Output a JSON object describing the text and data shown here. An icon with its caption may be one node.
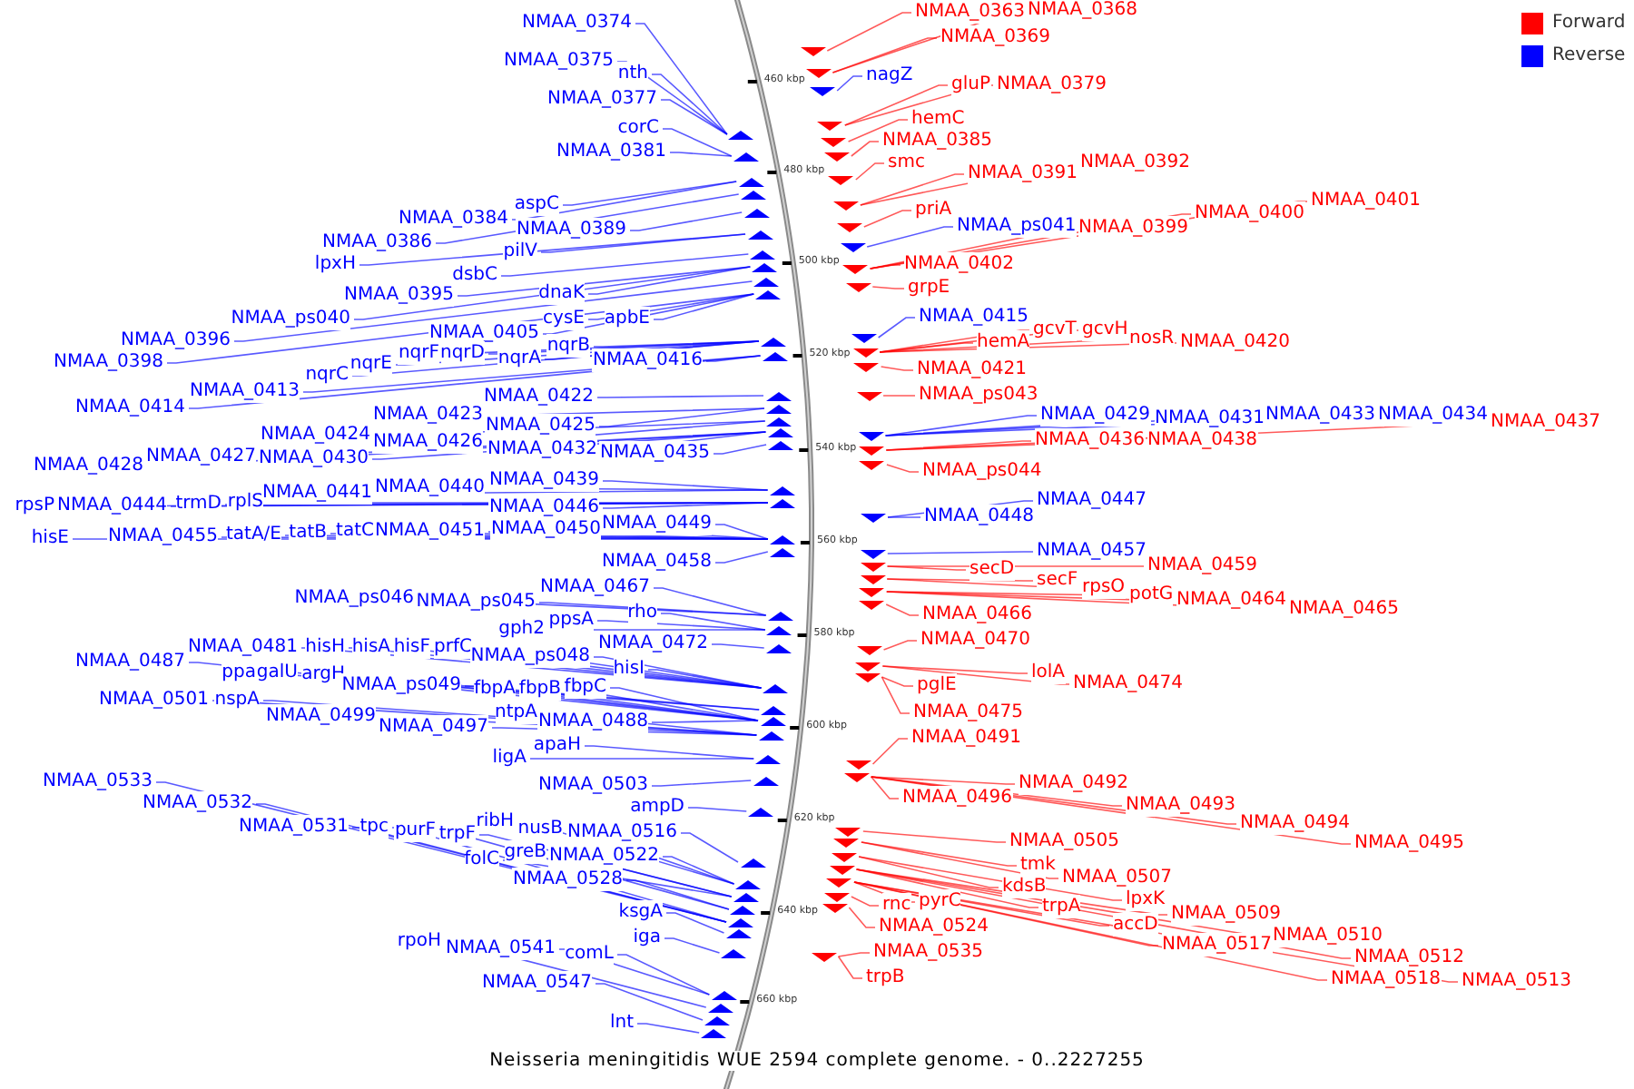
{
  "diagram": {
    "caption": "Neisseria meningitidis WUE 2594 complete genome. - 0..2227255",
    "nodes": [
      {
        "text": [
          "NMAA_0374"
        ]
      },
      {
        "text": [
          "NMAA_0375"
        ]
      },
      {
        "text": [
          "nth"
        ]
      },
      {
        "text": [
          "NMAA_0377"
        ]
      },
      {
        "text": [
          "corC"
        ]
      },
      {
        "text": [
          "NMAA_0381"
        ]
      },
      {
        "text": [
          "aspC"
        ]
      },
      {
        "text": [
          "NMAA_0384"
        ]
      },
      {
        "text": [
          "NMAA_0389"
        ]
      },
      {
        "text": [
          "NMAA_0386"
        ]
      },
      {
        "text": [
          "lpxH"
        ]
      },
      {
        "text": [
          "pilV"
        ]
      },
      {
        "text": [
          "dsbC"
        ]
      },
      {
        "text": [
          "dnaK"
        ]
      },
      {
        "text": [
          "NMAA_0395"
        ]
      },
      {
        "text": [
          "NMAA_ps040"
        ]
      },
      {
        "text": [
          "cysE"
        ]
      },
      {
        "text": [
          "apbE"
        ]
      },
      {
        "text": [
          "NMAA_0405"
        ]
      },
      {
        "text": [
          "NMAA_0396"
        ]
      },
      {
        "text": [
          "NMAA_0398"
        ]
      },
      {
        "text": [
          "nqrF"
        ]
      },
      {
        "text": [
          "nqrD"
        ]
      },
      {
        "text": [
          "nqrA"
        ]
      },
      {
        "text": [
          "nqrB"
        ]
      },
      {
        "text": [
          "NMAA_0416"
        ]
      },
      {
        "text": [
          "nqrE"
        ]
      },
      {
        "text": [
          "nqrC"
        ]
      },
      {
        "text": [
          "NMAA_0413"
        ]
      },
      {
        "text": [
          "NMAA_0414"
        ]
      },
      {
        "text": [
          "NMAA_0422"
        ]
      },
      {
        "text": [
          "NMAA_0423"
        ]
      },
      {
        "text": [
          "NMAA_0425"
        ]
      },
      {
        "text": [
          "NMAA_0424"
        ]
      },
      {
        "text": [
          "NMAA_0426"
        ]
      },
      {
        "text": [
          "NMAA_0432"
        ]
      },
      {
        "text": [
          "NMAA_0435"
        ]
      },
      {
        "text": [
          "NMAA_0428"
        ]
      },
      {
        "text": [
          "NMAA_0427"
        ]
      },
      {
        "text": [
          "NMAA_0430"
        ]
      },
      {
        "text": [
          "NMAA_0439"
        ]
      },
      {
        "text": [
          "NMAA_0440"
        ]
      },
      {
        "text": [
          "NMAA_0441"
        ]
      },
      {
        "text": [
          "NMAA_0446"
        ]
      },
      {
        "text": [
          "rpsP"
        ]
      },
      {
        "text": [
          "NMAA_0444"
        ]
      },
      {
        "text": [
          "trmD"
        ]
      },
      {
        "text": [
          "rplS"
        ]
      },
      {
        "text": [
          "hisE"
        ]
      },
      {
        "text": [
          "NMAA_0455"
        ]
      },
      {
        "text": [
          "tatA/E"
        ]
      },
      {
        "text": [
          "tatB"
        ]
      },
      {
        "text": [
          "tatC"
        ]
      },
      {
        "text": [
          "NMAA_0451"
        ]
      },
      {
        "text": [
          "NMAA_0450"
        ]
      },
      {
        "text": [
          "NMAA_0449"
        ]
      },
      {
        "text": [
          "NMAA_0458"
        ]
      },
      {
        "text": [
          "NMAA_ps046"
        ]
      },
      {
        "text": [
          "NMAA_ps045"
        ]
      },
      {
        "text": [
          "NMAA_0467"
        ]
      },
      {
        "text": [
          "rho"
        ]
      },
      {
        "text": [
          "gph2"
        ]
      },
      {
        "text": [
          "ppsA"
        ]
      },
      {
        "text": [
          "NMAA_0472"
        ]
      },
      {
        "text": [
          "NMAA_0481"
        ]
      },
      {
        "text": [
          "hisH"
        ]
      },
      {
        "text": [
          "hisA"
        ]
      },
      {
        "text": [
          "hisF"
        ]
      },
      {
        "text": [
          "prfC"
        ]
      },
      {
        "text": [
          "NMAA_ps048"
        ]
      },
      {
        "text": [
          "hisI"
        ]
      },
      {
        "text": [
          "NMAA_0487"
        ]
      },
      {
        "text": [
          "ppa"
        ]
      },
      {
        "text": [
          "galU"
        ]
      },
      {
        "text": [
          "argH"
        ]
      },
      {
        "text": [
          "NMAA_ps049"
        ]
      },
      {
        "text": [
          "fbpA"
        ]
      },
      {
        "text": [
          "fbpB"
        ]
      },
      {
        "text": [
          "fbpC"
        ]
      },
      {
        "text": [
          "NMAA_0501"
        ]
      },
      {
        "text": [
          "nspA"
        ]
      },
      {
        "text": [
          "NMAA_0499"
        ]
      },
      {
        "text": [
          "ntpA"
        ]
      },
      {
        "text": [
          "NMAA_0488"
        ]
      },
      {
        "text": [
          "NMAA_0497"
        ]
      },
      {
        "text": [
          "apaH"
        ]
      },
      {
        "text": [
          "ligA"
        ]
      },
      {
        "text": [
          "NMAA_0503"
        ]
      },
      {
        "text": [
          "ampD"
        ]
      },
      {
        "text": [
          "NMAA_0533"
        ]
      },
      {
        "text": [
          "NMAA_0532"
        ]
      },
      {
        "text": [
          "NMAA_0531"
        ]
      },
      {
        "text": [
          "tpc"
        ]
      },
      {
        "text": [
          "purF"
        ]
      },
      {
        "text": [
          "trpF"
        ]
      },
      {
        "text": [
          "ribH"
        ]
      },
      {
        "text": [
          "nusB"
        ]
      },
      {
        "text": [
          "NMAA_0516"
        ]
      },
      {
        "text": [
          "folC"
        ]
      },
      {
        "text": [
          "greB"
        ]
      },
      {
        "text": [
          "NMAA_0522"
        ]
      },
      {
        "text": [
          "NMAA_0528"
        ]
      },
      {
        "text": [
          "ksgA"
        ]
      },
      {
        "text": [
          "iga"
        ]
      },
      {
        "text": [
          "rpoH"
        ]
      },
      {
        "text": [
          "NMAA_0541"
        ]
      },
      {
        "text": [
          "comL"
        ]
      },
      {
        "text": [
          "NMAA_0547"
        ]
      },
      {
        "text": [
          "lnt"
        ]
      },
      {
        "text": [
          "NMAA_0363"
        ]
      },
      {
        "text": [
          "NMAA_0368"
        ]
      },
      {
        "text": [
          "NMAA_0369"
        ]
      },
      {
        "text": [
          "nagZ"
        ]
      },
      {
        "text": [
          "gluP"
        ]
      },
      {
        "text": [
          "NMAA_0379"
        ]
      },
      {
        "text": [
          "hemC"
        ]
      },
      {
        "text": [
          "NMAA_0385"
        ]
      },
      {
        "text": [
          "smc"
        ]
      },
      {
        "text": [
          "NMAA_0391"
        ]
      },
      {
        "text": [
          "NMAA_0392"
        ]
      },
      {
        "text": [
          "priA"
        ]
      },
      {
        "text": [
          "NMAA_ps041"
        ]
      },
      {
        "text": [
          "NMAA_0399"
        ]
      },
      {
        "text": [
          "NMAA_0400"
        ]
      },
      {
        "text": [
          "NMAA_0401"
        ]
      },
      {
        "text": [
          "NMAA_0402"
        ]
      },
      {
        "text": [
          "grpE"
        ]
      },
      {
        "text": [
          "NMAA_0415"
        ]
      },
      {
        "text": [
          "hemA"
        ]
      },
      {
        "text": [
          "gcvT"
        ]
      },
      {
        "text": [
          "gcvH"
        ]
      },
      {
        "text": [
          "nosR"
        ]
      },
      {
        "text": [
          "NMAA_0420"
        ]
      },
      {
        "text": [
          "NMAA_0421"
        ]
      },
      {
        "text": [
          "NMAA_ps043"
        ]
      },
      {
        "text": [
          "NMAA_0429"
        ]
      },
      {
        "text": [
          "NMAA_0431"
        ]
      },
      {
        "text": [
          "NMAA_0433"
        ]
      },
      {
        "text": [
          "NMAA_0434"
        ]
      },
      {
        "text": [
          "NMAA_0437"
        ]
      },
      {
        "text": [
          "NMAA_0436"
        ]
      },
      {
        "text": [
          "NMAA_0438"
        ]
      },
      {
        "text": [
          "NMAA_ps044"
        ]
      },
      {
        "text": [
          "NMAA_0447"
        ]
      },
      {
        "text": [
          "NMAA_0448"
        ]
      },
      {
        "text": [
          "NMAA_0457"
        ]
      },
      {
        "text": [
          "secD"
        ]
      },
      {
        "text": [
          "NMAA_0459"
        ]
      },
      {
        "text": [
          "secF"
        ]
      },
      {
        "text": [
          "rpsO"
        ]
      },
      {
        "text": [
          "potG"
        ]
      },
      {
        "text": [
          "NMAA_0464"
        ]
      },
      {
        "text": [
          "NMAA_0465"
        ]
      },
      {
        "text": [
          "NMAA_0466"
        ]
      },
      {
        "text": [
          "NMAA_0470"
        ]
      },
      {
        "text": [
          "lolA"
        ]
      },
      {
        "text": [
          "NMAA_0474"
        ]
      },
      {
        "text": [
          "pglE"
        ]
      },
      {
        "text": [
          "NMAA_0475"
        ]
      },
      {
        "text": [
          "NMAA_0491"
        ]
      },
      {
        "text": [
          "NMAA_0492"
        ]
      },
      {
        "text": [
          "NMAA_0496"
        ]
      },
      {
        "text": [
          "NMAA_0493"
        ]
      },
      {
        "text": [
          "NMAA_0494"
        ]
      },
      {
        "text": [
          "NMAA_0495"
        ]
      },
      {
        "text": [
          "NMAA_0505"
        ]
      },
      {
        "text": [
          "tmk"
        ]
      },
      {
        "text": [
          "NMAA_0507"
        ]
      },
      {
        "text": [
          "kdsB"
        ]
      },
      {
        "text": [
          "lpxK"
        ]
      },
      {
        "text": [
          "trpA"
        ]
      },
      {
        "text": [
          "NMAA_0509"
        ]
      },
      {
        "text": [
          "rnc"
        ]
      },
      {
        "text": [
          "pyrC"
        ]
      },
      {
        "text": [
          "accD"
        ]
      },
      {
        "text": [
          "NMAA_0510"
        ]
      },
      {
        "text": [
          "NMAA_0524"
        ]
      },
      {
        "text": [
          "NMAA_0517"
        ]
      },
      {
        "text": [
          "NMAA_0512"
        ]
      },
      {
        "text": [
          "NMAA_0535"
        ]
      },
      {
        "text": [
          "NMAA_0518"
        ]
      },
      {
        "text": [
          "NMAA_0513"
        ]
      },
      {
        "text": [
          "trpB"
        ]
      },
      {
        "text": [],
        "shape": "triangle"
      },
      {
        "text": [],
        "shape": "triangle"
      },
      {
        "text": [],
        "shape": "triangle"
      },
      {
        "text": [],
        "shape": "triangle"
      },
      {
        "text": [],
        "shape": "triangle"
      },
      {
        "text": [],
        "shape": "triangle"
      },
      {
        "text": [],
        "shape": "triangle"
      },
      {
        "text": [],
        "shape": "triangle"
      },
      {
        "text": [],
        "shape": "triangle"
      },
      {
        "text": [],
        "shape": "triangle"
      },
      {
        "text": [],
        "shape": "triangle"
      },
      {
        "text": [],
        "shape": "triangle"
      },
      {
        "text": [],
        "shape": "triangle"
      },
      {
        "text": [],
        "shape": "triangle"
      },
      {
        "text": [],
        "shape": "triangle"
      },
      {
        "text": [],
        "shape": "triangle"
      },
      {
        "text": [],
        "shape": "triangle"
      },
      {
        "text": [],
        "shape": "triangle"
      },
      {
        "text": [],
        "shape": "triangle"
      },
      {
        "text": [],
        "shape": "triangle"
      },
      {
        "text": [],
        "shape": "triangle"
      },
      {
        "text": [],
        "shape": "triangle"
      },
      {
        "text": [],
        "shape": "triangle"
      },
      {
        "text": [],
        "shape": "triangle"
      },
      {
        "text": [],
        "shape": "triangle"
      },
      {
        "text": [],
        "shape": "triangle"
      },
      {
        "text": [],
        "shape": "triangle"
      },
      {
        "text": [],
        "shape": "triangle"
      },
      {
        "text": [],
        "shape": "triangle"
      },
      {
        "text": [],
        "shape": "triangle"
      },
      {
        "text": [],
        "shape": "triangle"
      },
      {
        "text": [],
        "shape": "triangle"
      },
      {
        "text": [],
        "shape": "triangle"
      },
      {
        "text": [],
        "shape": "triangle"
      },
      {
        "text": [],
        "shape": "triangle"
      },
      {
        "text": [],
        "shape": "triangle"
      },
      {
        "text": [],
        "shape": "triangle"
      },
      {
        "text": [],
        "shape": "triangle"
      },
      {
        "text": [],
        "shape": "triangle"
      },
      {
        "text": [],
        "shape": "triangle"
      },
      {
        "text": [],
        "shape": "triangle"
      },
      {
        "text": [],
        "shape": "triangle"
      },
      {
        "text": [],
        "shape": "triangle"
      },
      {
        "text": [],
        "shape": "triangle"
      },
      {
        "text": [],
        "shape": "triangle"
      },
      {
        "text": [],
        "shape": "triangle"
      },
      {
        "text": [],
        "shape": "triangle"
      },
      {
        "text": [],
        "shape": "triangle"
      },
      {
        "text": [],
        "shape": "triangle"
      },
      {
        "text": [],
        "shape": "triangle"
      },
      {
        "text": [],
        "shape": "triangle"
      },
      {
        "text": [],
        "shape": "triangle"
      },
      {
        "text": [],
        "shape": "triangle"
      },
      {
        "text": [],
        "shape": "triangle"
      },
      {
        "text": [],
        "shape": "triangle"
      },
      {
        "text": [],
        "shape": "triangle"
      },
      {
        "text": [],
        "shape": "triangle"
      },
      {
        "text": [],
        "shape": "triangle"
      },
      {
        "text": [],
        "shape": "triangle"
      },
      {
        "text": [],
        "shape": "triangle"
      },
      {
        "text": [],
        "shape": "triangle"
      },
      {
        "text": [],
        "shape": "triangle"
      },
      {
        "text": [],
        "shape": "triangle"
      },
      {
        "text": [],
        "shape": "triangle"
      },
      {
        "text": [],
        "shape": "triangle"
      },
      {
        "text": [],
        "shape": "triangle"
      },
      {
        "text": [],
        "shape": "triangle"
      },
      {
        "text": [],
        "shape": "triangle"
      },
      {
        "text": [],
        "shape": "triangle"
      },
      {
        "text": [],
        "shape": "triangle"
      },
      {
        "text": [],
        "shape": "triangle"
      },
      {
        "text": [],
        "shape": "triangle"
      },
      {
        "text": [],
        "shape": "triangle"
      },
      {
        "text": [],
        "shape": "triangle"
      },
      {
        "text": [],
        "shape": "triangle"
      },
      {
        "text": [],
        "shape": "triangle"
      },
      {
        "text": [],
        "shape": "triangle"
      },
      {
        "text": [],
        "shape": "triangle"
      },
      {
        "text": [],
        "shape": "triangle"
      },
      {
        "text": [],
        "shape": "triangle"
      }
    ],
    "edges": [
      {
        "from": 0,
        "to": 183,
        "arrow": "none"
      },
      {
        "from": 1,
        "to": 183,
        "arrow": "none"
      },
      {
        "from": 2,
        "to": 183,
        "arrow": "none"
      },
      {
        "from": 3,
        "to": 183,
        "arrow": "none"
      },
      {
        "from": 4,
        "to": 184,
        "arrow": "none"
      },
      {
        "from": 5,
        "to": 184,
        "arrow": "none"
      },
      {
        "from": 6,
        "to": 185,
        "arrow": "none"
      },
      {
        "from": 7,
        "to": 185,
        "arrow": "none"
      },
      {
        "from": 8,
        "to": 187,
        "arrow": "none"
      },
      {
        "from": 9,
        "to": 186,
        "arrow": "none"
      },
      {
        "from": 10,
        "to": 188,
        "arrow": "none"
      },
      {
        "from": 11,
        "to": 188,
        "arrow": "none"
      },
      {
        "from": 12,
        "to": 189,
        "arrow": "none"
      },
      {
        "from": 13,
        "to": 190,
        "arrow": "none"
      },
      {
        "from": 14,
        "to": 190,
        "arrow": "none"
      },
      {
        "from": 15,
        "to": 190,
        "arrow": "none"
      },
      {
        "from": 16,
        "to": 192,
        "arrow": "none"
      },
      {
        "from": 17,
        "to": 192,
        "arrow": "none"
      },
      {
        "from": 18,
        "to": 192,
        "arrow": "none"
      },
      {
        "from": 19,
        "to": 191,
        "arrow": "none"
      },
      {
        "from": 20,
        "to": 192,
        "arrow": "none"
      },
      {
        "from": 21,
        "to": 193,
        "arrow": "none"
      },
      {
        "from": 22,
        "to": 193,
        "arrow": "none"
      },
      {
        "from": 23,
        "to": 193,
        "arrow": "none"
      },
      {
        "from": 24,
        "to": 193,
        "arrow": "none"
      },
      {
        "from": 25,
        "to": 194,
        "arrow": "none"
      },
      {
        "from": 26,
        "to": 193,
        "arrow": "none"
      },
      {
        "from": 27,
        "to": 193,
        "arrow": "none"
      },
      {
        "from": 28,
        "to": 194,
        "arrow": "none"
      },
      {
        "from": 29,
        "to": 194,
        "arrow": "none"
      },
      {
        "from": 30,
        "to": 195,
        "arrow": "none"
      },
      {
        "from": 31,
        "to": 196,
        "arrow": "none"
      },
      {
        "from": 32,
        "to": 196,
        "arrow": "none"
      },
      {
        "from": 33,
        "to": 197,
        "arrow": "none"
      },
      {
        "from": 34,
        "to": 197,
        "arrow": "none"
      },
      {
        "from": 35,
        "to": 198,
        "arrow": "none"
      },
      {
        "from": 36,
        "to": 199,
        "arrow": "none"
      },
      {
        "from": 37,
        "to": 198,
        "arrow": "none"
      },
      {
        "from": 38,
        "to": 198,
        "arrow": "none"
      },
      {
        "from": 39,
        "to": 198,
        "arrow": "none"
      },
      {
        "from": 40,
        "to": 200,
        "arrow": "none"
      },
      {
        "from": 41,
        "to": 200,
        "arrow": "none"
      },
      {
        "from": 42,
        "to": 200,
        "arrow": "none"
      },
      {
        "from": 43,
        "to": 201,
        "arrow": "none"
      },
      {
        "from": 44,
        "to": 201,
        "arrow": "none"
      },
      {
        "from": 45,
        "to": 201,
        "arrow": "none"
      },
      {
        "from": 46,
        "to": 201,
        "arrow": "none"
      },
      {
        "from": 47,
        "to": 201,
        "arrow": "none"
      },
      {
        "from": 48,
        "to": 202,
        "arrow": "none"
      },
      {
        "from": 49,
        "to": 202,
        "arrow": "none"
      },
      {
        "from": 50,
        "to": 202,
        "arrow": "none"
      },
      {
        "from": 51,
        "to": 202,
        "arrow": "none"
      },
      {
        "from": 52,
        "to": 202,
        "arrow": "none"
      },
      {
        "from": 53,
        "to": 202,
        "arrow": "none"
      },
      {
        "from": 54,
        "to": 202,
        "arrow": "none"
      },
      {
        "from": 55,
        "to": 202,
        "arrow": "none"
      },
      {
        "from": 56,
        "to": 203,
        "arrow": "none"
      },
      {
        "from": 57,
        "to": 204,
        "arrow": "none"
      },
      {
        "from": 58,
        "to": 204,
        "arrow": "none"
      },
      {
        "from": 59,
        "to": 204,
        "arrow": "none"
      },
      {
        "from": 60,
        "to": 205,
        "arrow": "none"
      },
      {
        "from": 61,
        "to": 205,
        "arrow": "none"
      },
      {
        "from": 62,
        "to": 205,
        "arrow": "none"
      },
      {
        "from": 63,
        "to": 206,
        "arrow": "none"
      },
      {
        "from": 64,
        "to": 207,
        "arrow": "none"
      },
      {
        "from": 65,
        "to": 207,
        "arrow": "none"
      },
      {
        "from": 66,
        "to": 207,
        "arrow": "none"
      },
      {
        "from": 67,
        "to": 207,
        "arrow": "none"
      },
      {
        "from": 68,
        "to": 207,
        "arrow": "none"
      },
      {
        "from": 69,
        "to": 207,
        "arrow": "none"
      },
      {
        "from": 70,
        "to": 207,
        "arrow": "none"
      },
      {
        "from": 71,
        "to": 209,
        "arrow": "none"
      },
      {
        "from": 72,
        "to": 208,
        "arrow": "none"
      },
      {
        "from": 73,
        "to": 208,
        "arrow": "none"
      },
      {
        "from": 74,
        "to": 209,
        "arrow": "none"
      },
      {
        "from": 75,
        "to": 209,
        "arrow": "none"
      },
      {
        "from": 76,
        "to": 209,
        "arrow": "none"
      },
      {
        "from": 77,
        "to": 209,
        "arrow": "none"
      },
      {
        "from": 78,
        "to": 209,
        "arrow": "none"
      },
      {
        "from": 79,
        "to": 210,
        "arrow": "none"
      },
      {
        "from": 80,
        "to": 210,
        "arrow": "none"
      },
      {
        "from": 81,
        "to": 210,
        "arrow": "none"
      },
      {
        "from": 82,
        "to": 210,
        "arrow": "none"
      },
      {
        "from": 83,
        "to": 209,
        "arrow": "none"
      },
      {
        "from": 84,
        "to": 210,
        "arrow": "none"
      },
      {
        "from": 85,
        "to": 211,
        "arrow": "none"
      },
      {
        "from": 86,
        "to": 211,
        "arrow": "none"
      },
      {
        "from": 87,
        "to": 212,
        "arrow": "none"
      },
      {
        "from": 88,
        "to": 213,
        "arrow": "none"
      },
      {
        "from": 89,
        "to": 218,
        "arrow": "none"
      },
      {
        "from": 90,
        "to": 218,
        "arrow": "none"
      },
      {
        "from": 91,
        "to": 218,
        "arrow": "none"
      },
      {
        "from": 92,
        "to": 218,
        "arrow": "none"
      },
      {
        "from": 93,
        "to": 217,
        "arrow": "none"
      },
      {
        "from": 94,
        "to": 216,
        "arrow": "none"
      },
      {
        "from": 95,
        "to": 215,
        "arrow": "none"
      },
      {
        "from": 96,
        "to": 215,
        "arrow": "none"
      },
      {
        "from": 97,
        "to": 214,
        "arrow": "none"
      },
      {
        "from": 98,
        "to": 216,
        "arrow": "none"
      },
      {
        "from": 99,
        "to": 216,
        "arrow": "none"
      },
      {
        "from": 100,
        "to": 215,
        "arrow": "none"
      },
      {
        "from": 101,
        "to": 217,
        "arrow": "none"
      },
      {
        "from": 102,
        "to": 219,
        "arrow": "none"
      },
      {
        "from": 103,
        "to": 220,
        "arrow": "none"
      },
      {
        "from": 104,
        "to": 222,
        "arrow": "none"
      },
      {
        "from": 105,
        "to": 221,
        "arrow": "none"
      },
      {
        "from": 106,
        "to": 221,
        "arrow": "none"
      },
      {
        "from": 107,
        "to": 223,
        "arrow": "none"
      },
      {
        "from": 108,
        "to": 224,
        "arrow": "none"
      },
      {
        "from": 109,
        "to": 225,
        "arrow": "none",
        "color": "#ff0000"
      },
      {
        "from": 110,
        "to": 226,
        "arrow": "none",
        "color": "#ff0000"
      },
      {
        "from": 111,
        "to": 226,
        "arrow": "none",
        "color": "#ff0000"
      },
      {
        "from": 112,
        "to": 227,
        "arrow": "none"
      },
      {
        "from": 113,
        "to": 228,
        "arrow": "none",
        "color": "#ff0000"
      },
      {
        "from": 114,
        "to": 228,
        "arrow": "none",
        "color": "#ff0000"
      },
      {
        "from": 115,
        "to": 229,
        "arrow": "none",
        "color": "#ff0000"
      },
      {
        "from": 116,
        "to": 230,
        "arrow": "none",
        "color": "#ff0000"
      },
      {
        "from": 117,
        "to": 231,
        "arrow": "none",
        "color": "#ff0000"
      },
      {
        "from": 118,
        "to": 232,
        "arrow": "none",
        "color": "#ff0000"
      },
      {
        "from": 119,
        "to": 232,
        "arrow": "none",
        "color": "#ff0000"
      },
      {
        "from": 120,
        "to": 233,
        "arrow": "none",
        "color": "#ff0000"
      },
      {
        "from": 121,
        "to": 234,
        "arrow": "none"
      },
      {
        "from": 122,
        "to": 235,
        "arrow": "none",
        "color": "#ff0000"
      },
      {
        "from": 123,
        "to": 235,
        "arrow": "none",
        "color": "#ff0000"
      },
      {
        "from": 124,
        "to": 235,
        "arrow": "none",
        "color": "#ff0000"
      },
      {
        "from": 125,
        "to": 235,
        "arrow": "none",
        "color": "#ff0000"
      },
      {
        "from": 126,
        "to": 236,
        "arrow": "none",
        "color": "#ff0000"
      },
      {
        "from": 127,
        "to": 237,
        "arrow": "none"
      },
      {
        "from": 128,
        "to": 238,
        "arrow": "none",
        "color": "#ff0000"
      },
      {
        "from": 129,
        "to": 238,
        "arrow": "none",
        "color": "#ff0000"
      },
      {
        "from": 130,
        "to": 238,
        "arrow": "none",
        "color": "#ff0000"
      },
      {
        "from": 131,
        "to": 238,
        "arrow": "none",
        "color": "#ff0000"
      },
      {
        "from": 132,
        "to": 238,
        "arrow": "none",
        "color": "#ff0000"
      },
      {
        "from": 133,
        "to": 239,
        "arrow": "none",
        "color": "#ff0000"
      },
      {
        "from": 134,
        "to": 240,
        "arrow": "none",
        "color": "#ff0000"
      },
      {
        "from": 135,
        "to": 241,
        "arrow": "none"
      },
      {
        "from": 136,
        "to": 241,
        "arrow": "none"
      },
      {
        "from": 137,
        "to": 241,
        "arrow": "none"
      },
      {
        "from": 138,
        "to": 241,
        "arrow": "none"
      },
      {
        "from": 139,
        "to": 242,
        "arrow": "none",
        "color": "#ff0000"
      },
      {
        "from": 140,
        "to": 242,
        "arrow": "none",
        "color": "#ff0000"
      },
      {
        "from": 141,
        "to": 242,
        "arrow": "none",
        "color": "#ff0000"
      },
      {
        "from": 142,
        "to": 243,
        "arrow": "none",
        "color": "#ff0000"
      },
      {
        "from": 143,
        "to": 244,
        "arrow": "none"
      },
      {
        "from": 144,
        "to": 244,
        "arrow": "none"
      },
      {
        "from": 145,
        "to": 245,
        "arrow": "none"
      },
      {
        "from": 146,
        "to": 246,
        "arrow": "none",
        "color": "#ff0000"
      },
      {
        "from": 147,
        "to": 246,
        "arrow": "none",
        "color": "#ff0000"
      },
      {
        "from": 148,
        "to": 247,
        "arrow": "none",
        "color": "#ff0000"
      },
      {
        "from": 149,
        "to": 247,
        "arrow": "none",
        "color": "#ff0000"
      },
      {
        "from": 150,
        "to": 248,
        "arrow": "none",
        "color": "#ff0000"
      },
      {
        "from": 151,
        "to": 248,
        "arrow": "none",
        "color": "#ff0000"
      },
      {
        "from": 152,
        "to": 248,
        "arrow": "none",
        "color": "#ff0000"
      },
      {
        "from": 153,
        "to": 249,
        "arrow": "none",
        "color": "#ff0000"
      },
      {
        "from": 154,
        "to": 250,
        "arrow": "none",
        "color": "#ff0000"
      },
      {
        "from": 155,
        "to": 251,
        "arrow": "none",
        "color": "#ff0000"
      },
      {
        "from": 156,
        "to": 251,
        "arrow": "none",
        "color": "#ff0000"
      },
      {
        "from": 157,
        "to": 252,
        "arrow": "none",
        "color": "#ff0000"
      },
      {
        "from": 158,
        "to": 252,
        "arrow": "none",
        "color": "#ff0000"
      },
      {
        "from": 159,
        "to": 253,
        "arrow": "none",
        "color": "#ff0000"
      },
      {
        "from": 160,
        "to": 254,
        "arrow": "none",
        "color": "#ff0000"
      },
      {
        "from": 161,
        "to": 254,
        "arrow": "none",
        "color": "#ff0000"
      },
      {
        "from": 162,
        "to": 254,
        "arrow": "none",
        "color": "#ff0000"
      },
      {
        "from": 163,
        "to": 254,
        "arrow": "none",
        "color": "#ff0000"
      },
      {
        "from": 164,
        "to": 254,
        "arrow": "none",
        "color": "#ff0000"
      },
      {
        "from": 165,
        "to": 255,
        "arrow": "none",
        "color": "#ff0000"
      },
      {
        "from": 166,
        "to": 256,
        "arrow": "none",
        "color": "#ff0000"
      },
      {
        "from": 167,
        "to": 256,
        "arrow": "none",
        "color": "#ff0000"
      },
      {
        "from": 168,
        "to": 257,
        "arrow": "none",
        "color": "#ff0000"
      },
      {
        "from": 169,
        "to": 257,
        "arrow": "none",
        "color": "#ff0000"
      },
      {
        "from": 170,
        "to": 258,
        "arrow": "none",
        "color": "#ff0000"
      },
      {
        "from": 171,
        "to": 258,
        "arrow": "none",
        "color": "#ff0000"
      },
      {
        "from": 172,
        "to": 260,
        "arrow": "none",
        "color": "#ff0000"
      },
      {
        "from": 173,
        "to": 259,
        "arrow": "none",
        "color": "#ff0000"
      },
      {
        "from": 174,
        "to": 259,
        "arrow": "none",
        "color": "#ff0000"
      },
      {
        "from": 175,
        "to": 258,
        "arrow": "none",
        "color": "#ff0000"
      },
      {
        "from": 176,
        "to": 261,
        "arrow": "none",
        "color": "#ff0000"
      },
      {
        "from": 177,
        "to": 259,
        "arrow": "none",
        "color": "#ff0000"
      },
      {
        "from": 178,
        "to": 258,
        "arrow": "none",
        "color": "#ff0000"
      },
      {
        "from": 179,
        "to": 262,
        "arrow": "none",
        "color": "#ff0000"
      },
      {
        "from": 180,
        "to": 259,
        "arrow": "none",
        "color": "#ff0000"
      },
      {
        "from": 181,
        "to": 259,
        "arrow": "none",
        "color": "#ff0000"
      },
      {
        "from": 182,
        "to": 262,
        "arrow": "none",
        "color": "#ff0000"
      }
    ],
    "labels": [
      "460 kbp",
      "480 kbp",
      "500 kbp",
      "520 kbp",
      "540 kbp",
      "560 kbp",
      "580 kbp",
      "600 kbp",
      "620 kbp",
      "640 kbp",
      "660 kbp"
    ],
    "legend": [
      {
        "text": "Forward",
        "color": "#ff0000"
      },
      {
        "text": "Reverse",
        "color": "#0000ff"
      }
    ]
  }
}
